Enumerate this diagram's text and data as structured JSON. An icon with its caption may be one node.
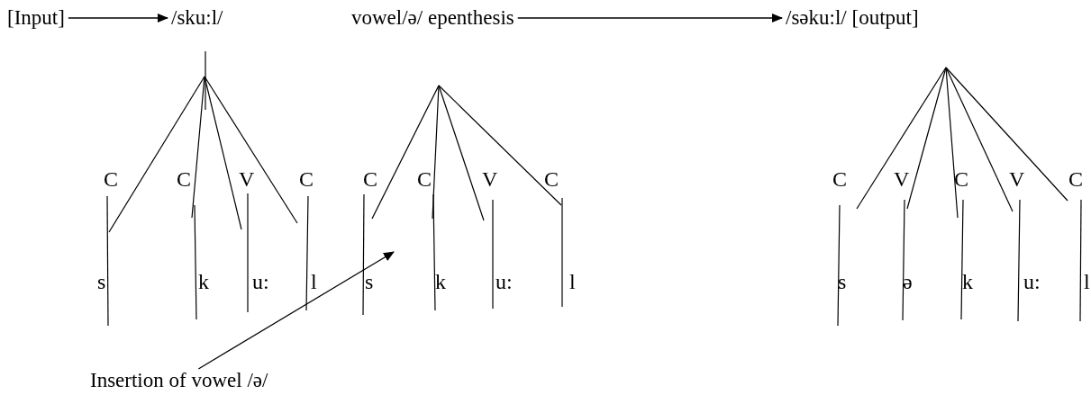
{
  "diagram": {
    "nodes": [
      {
        "text": [
          "[Input]"
        ]
      },
      {
        "text": [
          "/sku:l/"
        ]
      },
      {
        "text": [
          "vowel/ə/ epenthesis"
        ]
      },
      {
        "text": [
          "/səku:l/ [output]"
        ]
      },
      {
        "text": [
          "Insertion of vowel /ə/"
        ]
      }
    ],
    "edges": [
      {
        "from": 0,
        "to": 1,
        "arrow": "to"
      },
      {
        "from": 2,
        "to": 3,
        "arrow": "to"
      },
      {
        "from": 4,
        "to": null,
        "arrow": "to"
      }
    ],
    "labels": [
      "C",
      "C",
      "V",
      "C",
      "C",
      "C",
      "V",
      "C",
      "C",
      "V",
      "C",
      "V",
      "C",
      "s",
      "k",
      "u:",
      "l",
      "s",
      "k",
      "u:",
      "l",
      "s",
      "ə",
      "k",
      "u:",
      "l"
    ]
  }
}
